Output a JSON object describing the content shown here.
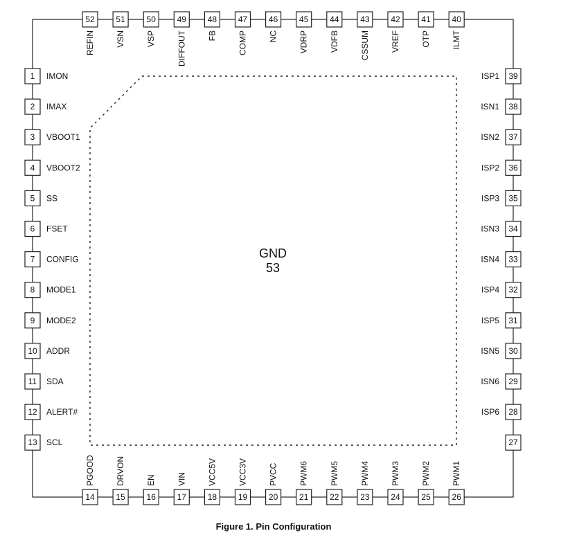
{
  "caption": "Figure 1. Pin Configuration",
  "exposed_pad": {
    "name": "GND",
    "number": "53"
  },
  "pins": {
    "left": [
      {
        "num": "1",
        "name": "IMON"
      },
      {
        "num": "2",
        "name": "IMAX"
      },
      {
        "num": "3",
        "name": "VBOOT1"
      },
      {
        "num": "4",
        "name": "VBOOT2"
      },
      {
        "num": "5",
        "name": "SS"
      },
      {
        "num": "6",
        "name": "FSET"
      },
      {
        "num": "7",
        "name": "CONFIG"
      },
      {
        "num": "8",
        "name": "MODE1"
      },
      {
        "num": "9",
        "name": "MODE2"
      },
      {
        "num": "10",
        "name": "ADDR"
      },
      {
        "num": "11",
        "name": "SDA"
      },
      {
        "num": "12",
        "name": "ALERT#"
      },
      {
        "num": "13",
        "name": "SCL"
      }
    ],
    "bottom": [
      {
        "num": "14",
        "name": "PGOOD"
      },
      {
        "num": "15",
        "name": "DRVON"
      },
      {
        "num": "16",
        "name": "EN"
      },
      {
        "num": "17",
        "name": "VIN"
      },
      {
        "num": "18",
        "name": "VCC5V"
      },
      {
        "num": "19",
        "name": "VCC3V"
      },
      {
        "num": "20",
        "name": "PVCC"
      },
      {
        "num": "21",
        "name": "PWM6"
      },
      {
        "num": "22",
        "name": "PWM5"
      },
      {
        "num": "23",
        "name": "PWM4"
      },
      {
        "num": "24",
        "name": "PWM3"
      },
      {
        "num": "25",
        "name": "PWM2"
      },
      {
        "num": "26",
        "name": "PWM1"
      }
    ],
    "right": [
      {
        "num": "39",
        "name": "ISP1"
      },
      {
        "num": "38",
        "name": "ISN1"
      },
      {
        "num": "37",
        "name": "ISN2"
      },
      {
        "num": "36",
        "name": "ISP2"
      },
      {
        "num": "35",
        "name": "ISP3"
      },
      {
        "num": "34",
        "name": "ISN3"
      },
      {
        "num": "33",
        "name": "ISN4"
      },
      {
        "num": "32",
        "name": "ISP4"
      },
      {
        "num": "31",
        "name": "ISP5"
      },
      {
        "num": "30",
        "name": "ISN5"
      },
      {
        "num": "29",
        "name": "ISN6"
      },
      {
        "num": "28",
        "name": "ISP6"
      },
      {
        "num": "27",
        "name": ""
      }
    ],
    "top": [
      {
        "num": "52",
        "name": "REFIN"
      },
      {
        "num": "51",
        "name": "VSN"
      },
      {
        "num": "50",
        "name": "VSP"
      },
      {
        "num": "49",
        "name": "DIFFOUT"
      },
      {
        "num": "48",
        "name": "FB"
      },
      {
        "num": "47",
        "name": "COMP"
      },
      {
        "num": "46",
        "name": "NC"
      },
      {
        "num": "45",
        "name": "VDRP"
      },
      {
        "num": "44",
        "name": "VDFB"
      },
      {
        "num": "43",
        "name": "CSSUM"
      },
      {
        "num": "42",
        "name": "VREF"
      },
      {
        "num": "41",
        "name": "OTP"
      },
      {
        "num": "40",
        "name": "ILMT"
      }
    ]
  }
}
